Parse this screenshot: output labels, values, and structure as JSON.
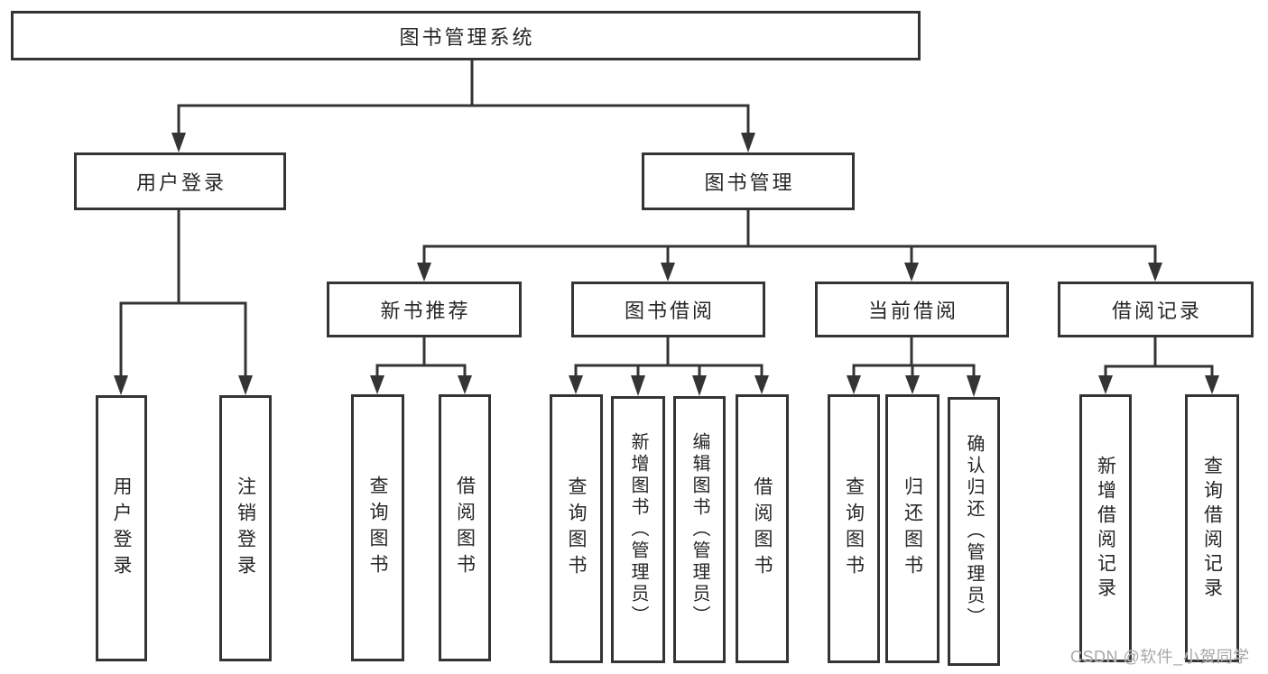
{
  "diagram": {
    "root": "图书管理系统",
    "level2": {
      "user_login": "用户登录",
      "book_management": "图书管理"
    },
    "level3": {
      "new_book_recommend": "新书推荐",
      "book_borrow": "图书借阅",
      "current_borrow": "当前借阅",
      "borrow_records": "借阅记录"
    },
    "leaves": {
      "login_user_login": "用户登录",
      "login_logout": "注销登录",
      "recommend_query_book": "查询图书",
      "recommend_borrow_book": "借阅图书",
      "borrow_query_book": "查询图书",
      "borrow_add_book": "新增图书（管理员）",
      "borrow_edit_book": "编辑图书（管理员）",
      "borrow_borrow_book": "借阅图书",
      "current_query_book": "查询图书",
      "current_return_book": "归还图书",
      "current_confirm_return": "确认归还（管理员）",
      "records_add_record": "新增借阅记录",
      "records_query_record": "查询借阅记录"
    },
    "watermark": "CSDN @软件_小贺同学",
    "colors": {
      "line": "#343434",
      "text": "#262626",
      "background": "#ffffff",
      "watermark": "#a8a8a8"
    }
  }
}
